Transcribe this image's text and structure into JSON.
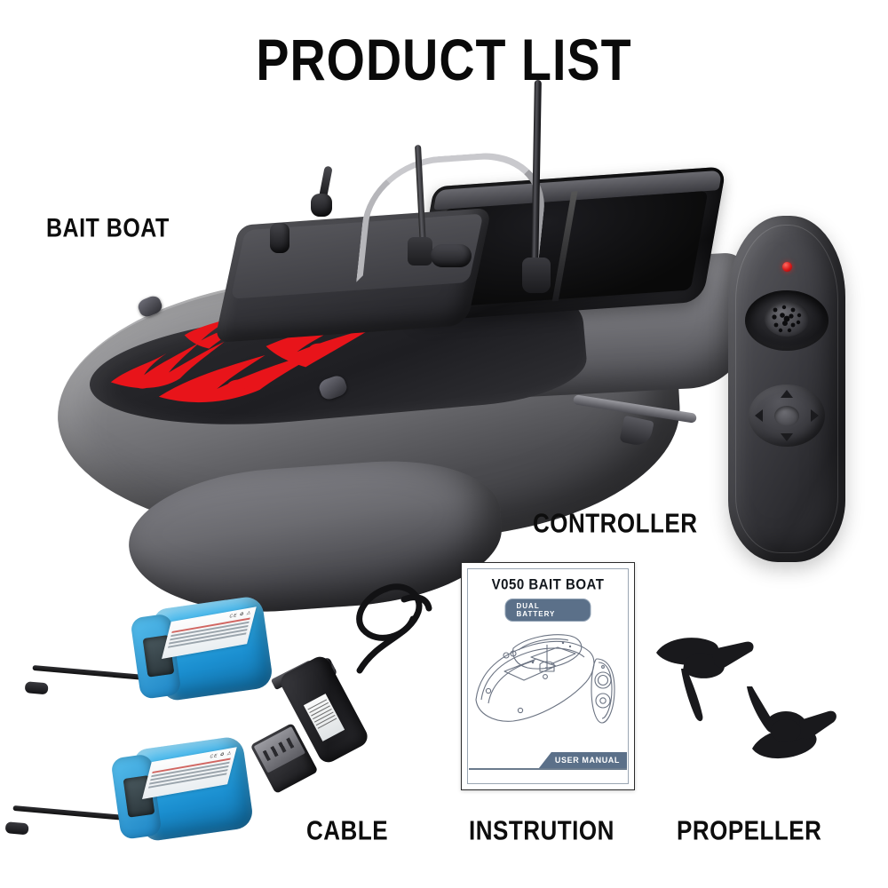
{
  "page": {
    "title": "PRODUCT LIST",
    "background_color": "#ffffff"
  },
  "labels": {
    "bait_boat": "BAIT BOAT",
    "controller": "CONTROLLER",
    "cable": "CABLE",
    "instruction": "INSTRUTION",
    "propeller": "PROPELLER"
  },
  "manual": {
    "title": "V050 BAIT BOAT",
    "badge": "DUAL BATTERY",
    "footer": "USER MANUAL",
    "accent_color": "#5b7089",
    "border_color": "#2b2b2b"
  },
  "colors": {
    "flame_red": "#e8141a",
    "battery_blue": "#29a8e0",
    "hull_gray": "#6e6e72",
    "hull_dark": "#1e1e22",
    "led_red": "#d81818",
    "text_black": "#0d0d0d"
  },
  "items": [
    {
      "name": "bait-boat",
      "label": "BAIT BOAT",
      "quantity": 1
    },
    {
      "name": "controller",
      "label": "CONTROLLER",
      "quantity": 1
    },
    {
      "name": "battery",
      "label": "",
      "quantity": 2
    },
    {
      "name": "cable",
      "label": "CABLE",
      "quantity": 1
    },
    {
      "name": "instruction",
      "label": "INSTRUTION",
      "quantity": 1
    },
    {
      "name": "propeller",
      "label": "PROPELLER",
      "quantity": 2
    }
  ]
}
